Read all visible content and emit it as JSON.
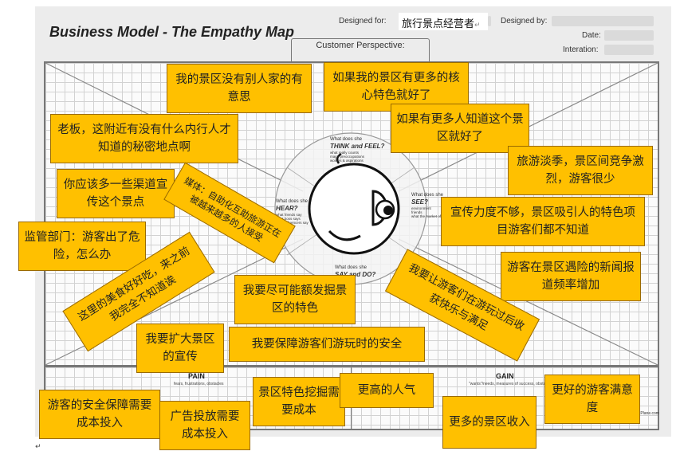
{
  "header": {
    "title": "Business Model - The Empathy Map",
    "designed_for_label": "Designed for:",
    "designed_for_value": "旅行景点经营者",
    "designed_by_label": "Designed by:",
    "date_label": "Date:",
    "iteration_label": "Interation:"
  },
  "customer_perspective": "Customer Perspective:",
  "quadrants": {
    "think": {
      "q": "What does she",
      "title": "THINK and FEEL?",
      "sub": "what really counts\nmajor preoccupations\nworries & aspirations"
    },
    "hear": {
      "q": "What does she",
      "title": "HEAR?",
      "sub": "what friends say\nwhat boss says\nwhat influencers say"
    },
    "see": {
      "q": "What does she",
      "title": "SEE?",
      "sub": "environment\nfriends\nwhat the market offers"
    },
    "say_do": {
      "q": "What does she",
      "title": "SAY and DO?",
      "sub": ""
    }
  },
  "pain": {
    "title": "PAIN",
    "sub": "fears, frustrations, obstacles"
  },
  "gain": {
    "title": "GAIN",
    "sub": "\"wants\"/needs, measures of success, obstacles"
  },
  "credit": "XPlane.com",
  "notes": [
    "我的景区没有别人家的有意思",
    "如果我的景区有更多的核心特色就好了",
    "老板，这附近有没有什么内行人才知道的秘密地点啊",
    "如果有更多人知道这个景区就好了",
    "旅游淡季，景区间竞争激烈，游客很少",
    "你应该多一些渠道宣传这个景点",
    "媒体：自助化互助旅游正在被越来越多的人接受",
    "宣传力度不够，景区吸引人的特色项目游客们都不知道",
    "监管部门：游客出了危险，怎么办",
    "游客在景区遇险的新闻报道频率增加",
    "这里的美食好好吃，来之前我完全不知道诶",
    "我要尽可能额发掘景区的特色",
    "我要让游客们在游玩过后收获快乐与满足",
    "我要扩大景区的宣传",
    "我要保障游客们游玩时的安全",
    "游客的安全保障需要成本投入",
    "广告投放需要成本投入",
    "景区特色挖掘需要成本",
    "更高的人气",
    "更好的游客满意度",
    "更多的景区收入"
  ]
}
